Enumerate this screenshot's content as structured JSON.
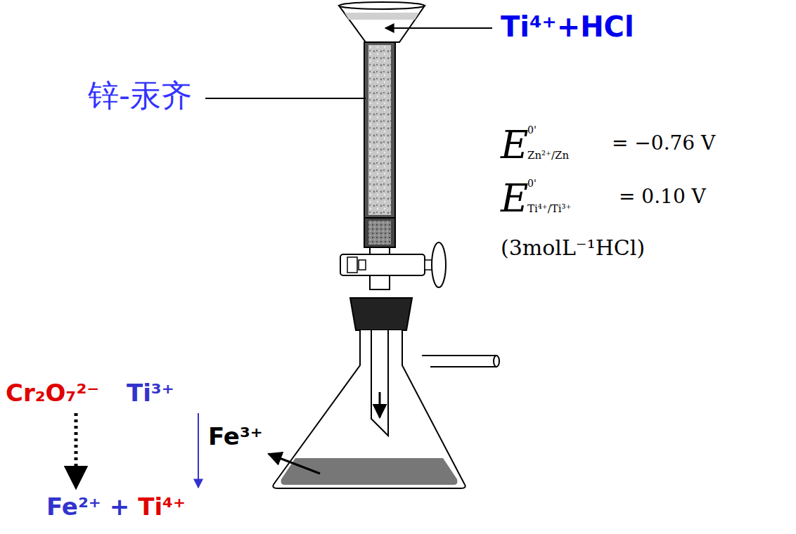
{
  "diagram": {
    "labels": [
      "Ti⁴⁺+HCl",
      "锌-汞齐",
      "E",
      "0'",
      "Zn²⁺/Zn",
      "= −0.76 V",
      "E",
      "0'",
      "Ti⁴⁺/Ti³⁺",
      "= 0.10 V",
      "(3molL⁻¹HCl)",
      "Cr₂O₇²⁻",
      "Ti³⁺",
      "Fe³⁺",
      "Fe²⁺",
      "+",
      "Ti⁴⁺"
    ]
  }
}
